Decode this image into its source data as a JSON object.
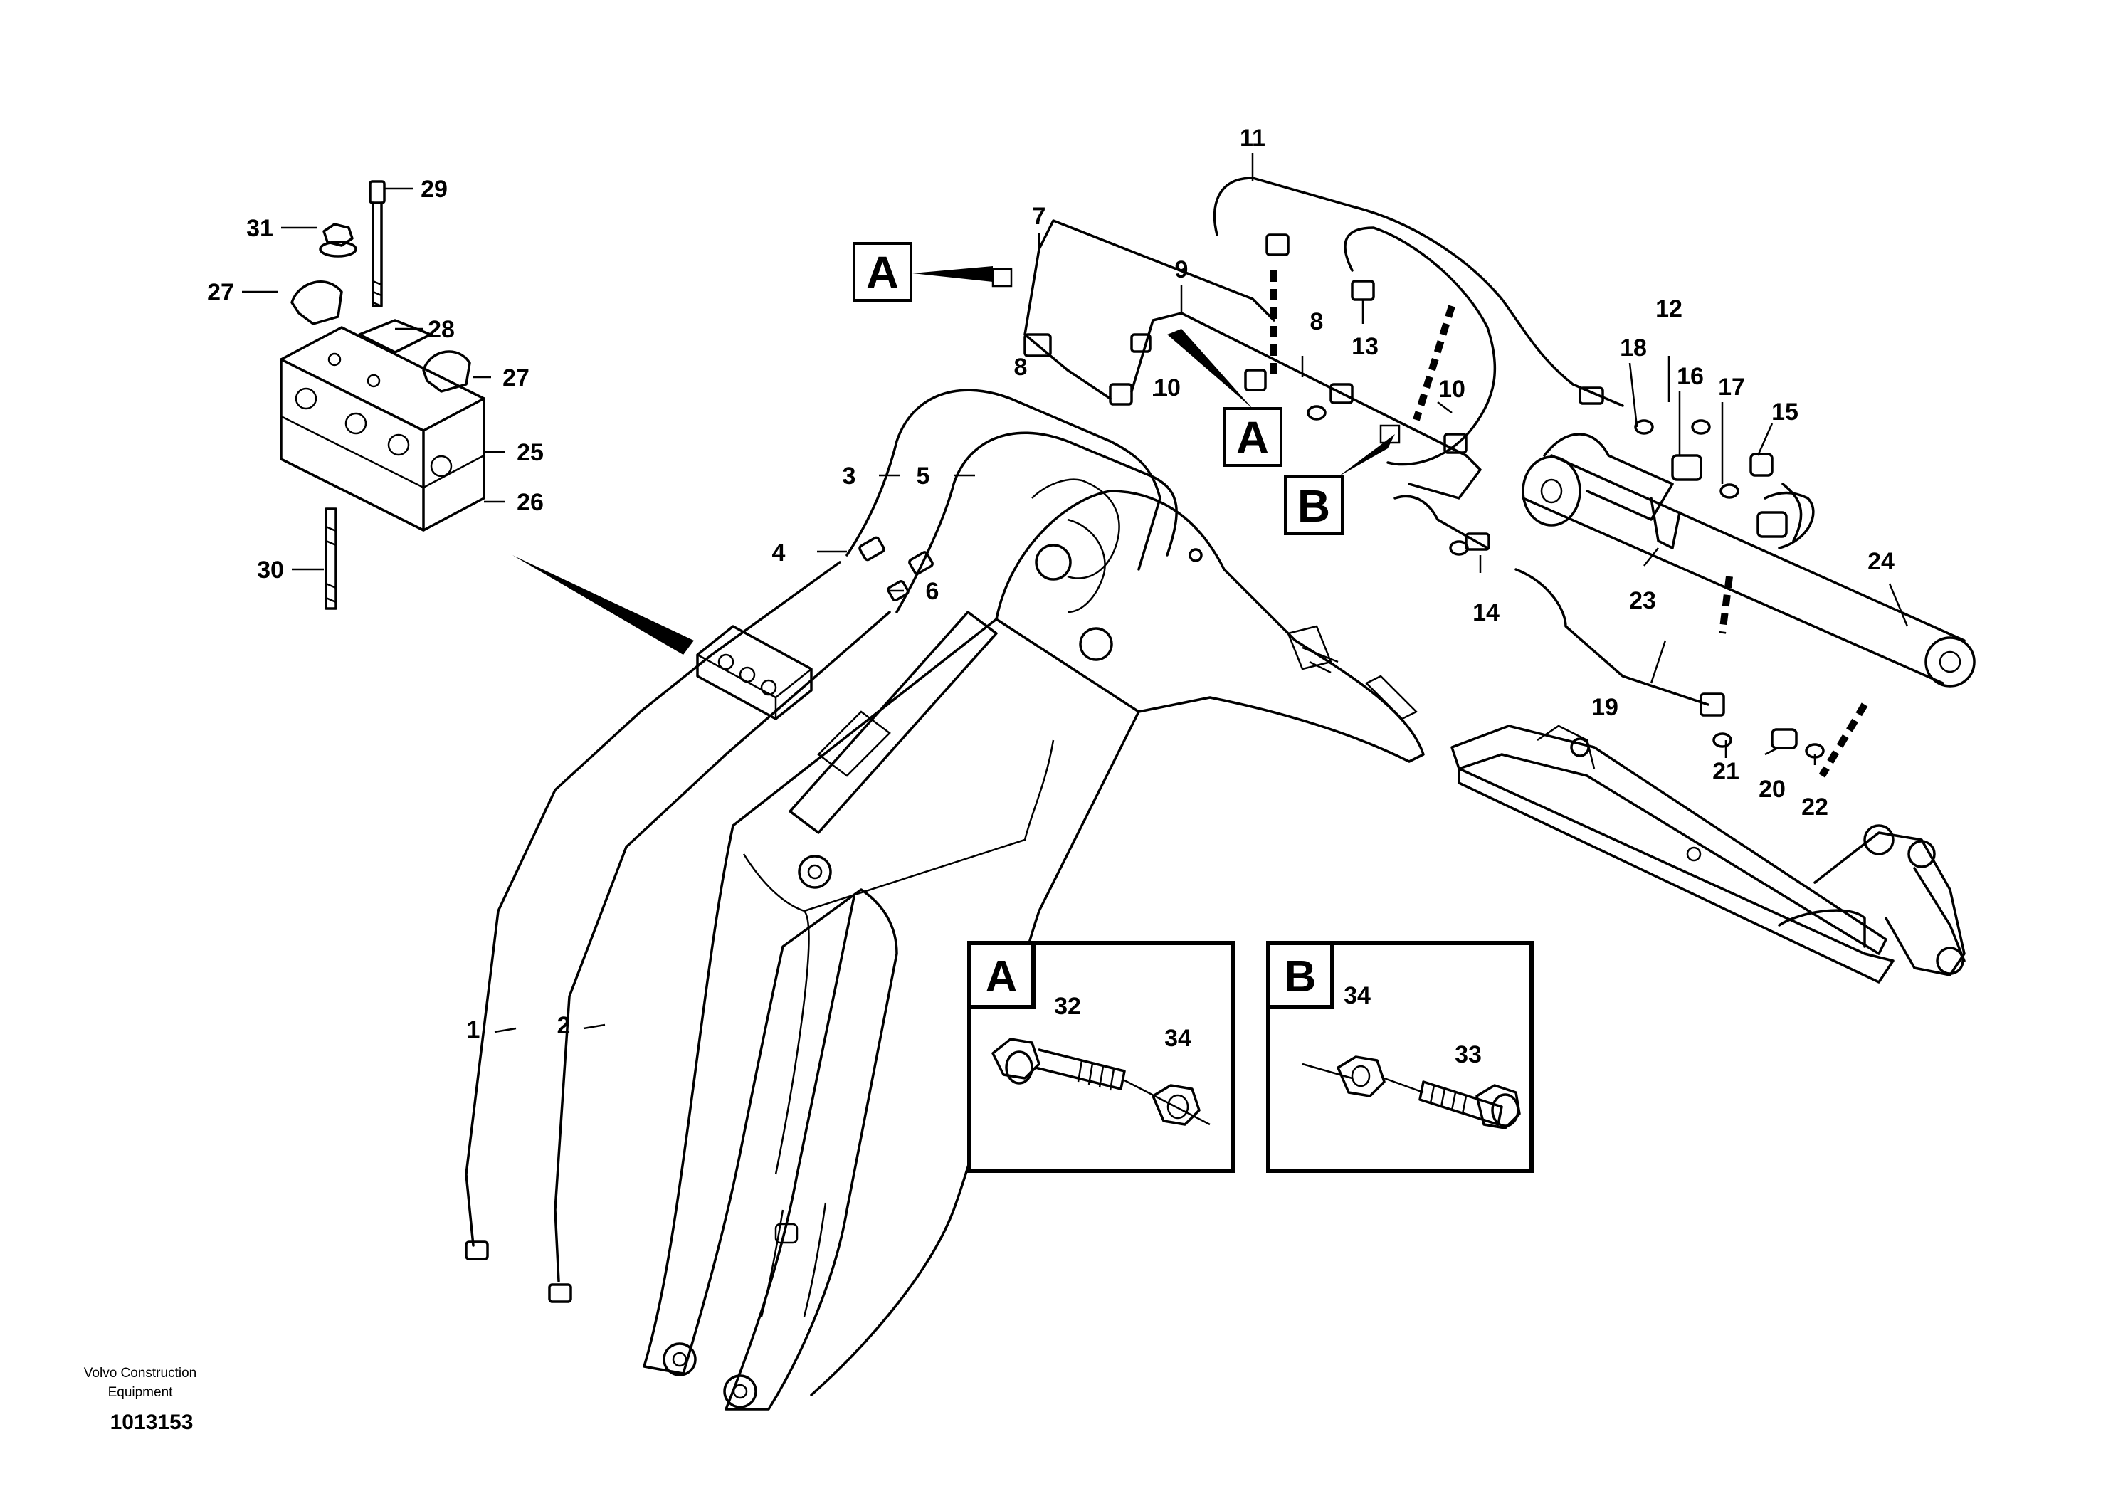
{
  "callouts": [
    {
      "id": "c1",
      "text": "1"
    },
    {
      "id": "c2",
      "text": "2"
    },
    {
      "id": "c3",
      "text": "3"
    },
    {
      "id": "c4",
      "text": "4"
    },
    {
      "id": "c5",
      "text": "5"
    },
    {
      "id": "c6",
      "text": "6"
    },
    {
      "id": "c7",
      "text": "7"
    },
    {
      "id": "c8a",
      "text": "8"
    },
    {
      "id": "c8b",
      "text": "8"
    },
    {
      "id": "c9",
      "text": "9"
    },
    {
      "id": "c10a",
      "text": "10"
    },
    {
      "id": "c10b",
      "text": "10"
    },
    {
      "id": "c11",
      "text": "11"
    },
    {
      "id": "c12",
      "text": "12"
    },
    {
      "id": "c13",
      "text": "13"
    },
    {
      "id": "c14",
      "text": "14"
    },
    {
      "id": "c15",
      "text": "15"
    },
    {
      "id": "c16",
      "text": "16"
    },
    {
      "id": "c17",
      "text": "17"
    },
    {
      "id": "c18",
      "text": "18"
    },
    {
      "id": "c19",
      "text": "19"
    },
    {
      "id": "c20",
      "text": "20"
    },
    {
      "id": "c21",
      "text": "21"
    },
    {
      "id": "c22",
      "text": "22"
    },
    {
      "id": "c23",
      "text": "23"
    },
    {
      "id": "c24",
      "text": "24"
    },
    {
      "id": "c25",
      "text": "25"
    },
    {
      "id": "c26",
      "text": "26"
    },
    {
      "id": "c27a",
      "text": "27"
    },
    {
      "id": "c27b",
      "text": "27"
    },
    {
      "id": "c28",
      "text": "28"
    },
    {
      "id": "c29",
      "text": "29"
    },
    {
      "id": "c30",
      "text": "30"
    },
    {
      "id": "c31",
      "text": "31"
    },
    {
      "id": "c32",
      "text": "32"
    },
    {
      "id": "c33",
      "text": "33"
    },
    {
      "id": "c34a",
      "text": "34"
    },
    {
      "id": "c34b",
      "text": "34"
    }
  ],
  "reference_tags": {
    "tag_a_top": "A",
    "tag_a_mid": "A",
    "tag_b": "B"
  },
  "detail_views": {
    "detail_a": {
      "letter": "A"
    },
    "detail_b": {
      "letter": "B"
    }
  },
  "footer": {
    "credit_line1": "Volvo Construction",
    "credit_line2": "Equipment",
    "document_number": "1013153"
  }
}
